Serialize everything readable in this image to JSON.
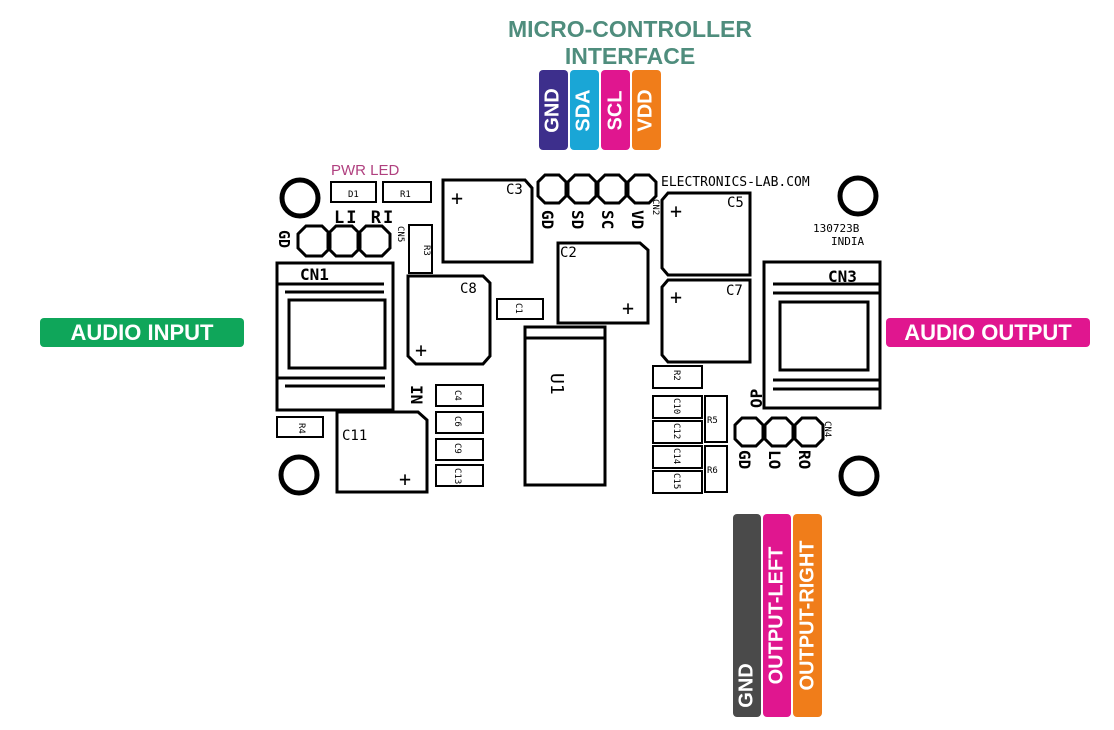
{
  "header": {
    "title_line1": "MICRO-CONTROLLER",
    "title_line2": "INTERFACE"
  },
  "mcu_pins": [
    {
      "label": "GND",
      "color": "#3d2f8c"
    },
    {
      "label": "SDA",
      "color": "#1aa6d6"
    },
    {
      "label": "SCL",
      "color": "#e0168f"
    },
    {
      "label": "VDD",
      "color": "#f07d1a"
    }
  ],
  "output_pins": [
    {
      "label": "GND",
      "color": "#4a4a4a"
    },
    {
      "label": "OUTPUT-LEFT",
      "color": "#e0168f"
    },
    {
      "label": "OUTPUT-RIGHT",
      "color": "#f07d1a"
    }
  ],
  "side_labels": {
    "audio_input": {
      "label": "AUDIO INPUT",
      "color": "#0fa65a"
    },
    "audio_output": {
      "label": "AUDIO OUTPUT",
      "color": "#e0168f"
    }
  },
  "board": {
    "pwr_led": "PWR LED",
    "website": "ELECTRONICS-LAB.COM",
    "code": "130723B",
    "country": "INDIA",
    "silk": {
      "d1": "D1",
      "r1": "R1",
      "r2": "R2",
      "r3": "R3",
      "r4": "R4",
      "r5": "R5",
      "r6": "R6",
      "c1": "C1",
      "c2": "C2",
      "c3": "C3",
      "c4": "C4",
      "c5": "C5",
      "c6": "C6",
      "c7": "C7",
      "c8": "C8",
      "c9": "C9",
      "c10": "C10",
      "c11": "C11",
      "c12": "C12",
      "c13": "C13",
      "c14": "C14",
      "c15": "C15",
      "u1": "U1",
      "cn1": "CN1",
      "cn2": "CN2",
      "cn3": "CN3",
      "cn4": "CN4",
      "cn5": "CN5",
      "in": "IN",
      "op": "OP",
      "li_ri": "LI RI",
      "cn5_gd": "GD",
      "cn2_pins": [
        "GD",
        "SD",
        "SC",
        "VD"
      ],
      "cn4_pins": [
        "GD",
        "LO",
        "RO"
      ],
      "plus": "+"
    }
  }
}
